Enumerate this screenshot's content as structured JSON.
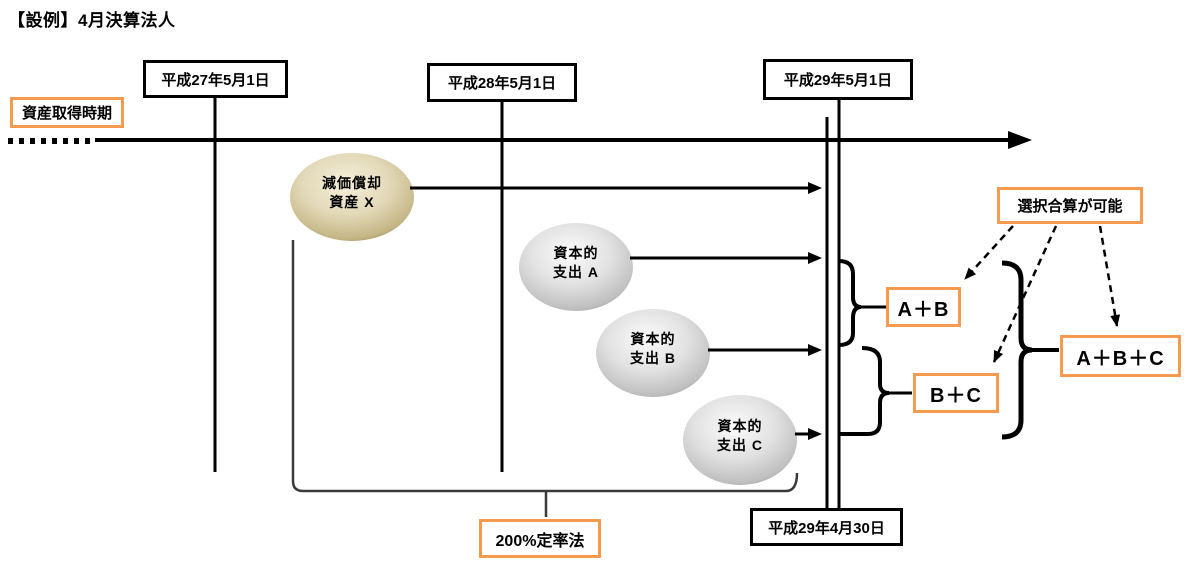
{
  "title": "【設例】4月決算法人",
  "timeline": {
    "acquisition_label": "資産取得時期",
    "dates": {
      "d1": "平成27年5月1日",
      "d2": "平成28年5月1日",
      "d3": "平成29年5月1日",
      "fiscal_year_end": "平成29年4月30日"
    }
  },
  "assets": {
    "asset_x": {
      "line1": "減価償却",
      "line2": "資産 X"
    },
    "capex_a": {
      "line1": "資本的",
      "line2": "支出 A"
    },
    "capex_b": {
      "line1": "資本的",
      "line2": "支出 B"
    },
    "capex_c": {
      "line1": "資本的",
      "line2": "支出 C"
    }
  },
  "combinations": {
    "ab": "A＋B",
    "bc": "B＋C",
    "abc": "A＋B＋C",
    "note": "選択合算が可能"
  },
  "method_label": "200%定率法",
  "colors": {
    "accent_orange": "#F49B50",
    "line_black": "#000000",
    "asset_x_fill": "#DCD2AC",
    "capex_fill": "#D9D9D9"
  }
}
